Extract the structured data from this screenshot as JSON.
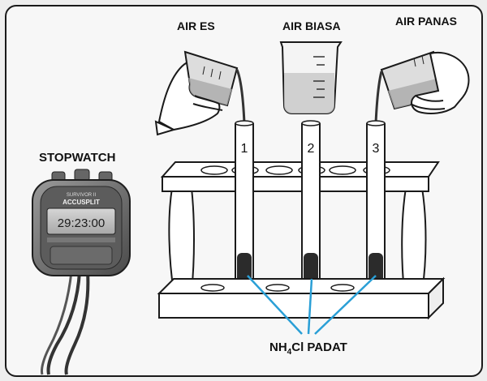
{
  "labels": {
    "ice_water": "AIR ES",
    "normal_water": "AIR BIASA",
    "hot_water": "AIR PANAS",
    "stopwatch": "STOPWATCH",
    "solid_prefix": "NH",
    "solid_sub": "4",
    "solid_suffix": "Cl PADAT"
  },
  "tubes": [
    {
      "number": "1"
    },
    {
      "number": "2"
    },
    {
      "number": "3"
    }
  ],
  "stopwatch": {
    "brand": "ACCUSPLIT",
    "display": "29:23:00"
  },
  "colors": {
    "pointer_lines": "#2a9fd6",
    "solid": "#2b2b2b",
    "water": "#b9b9b9"
  }
}
